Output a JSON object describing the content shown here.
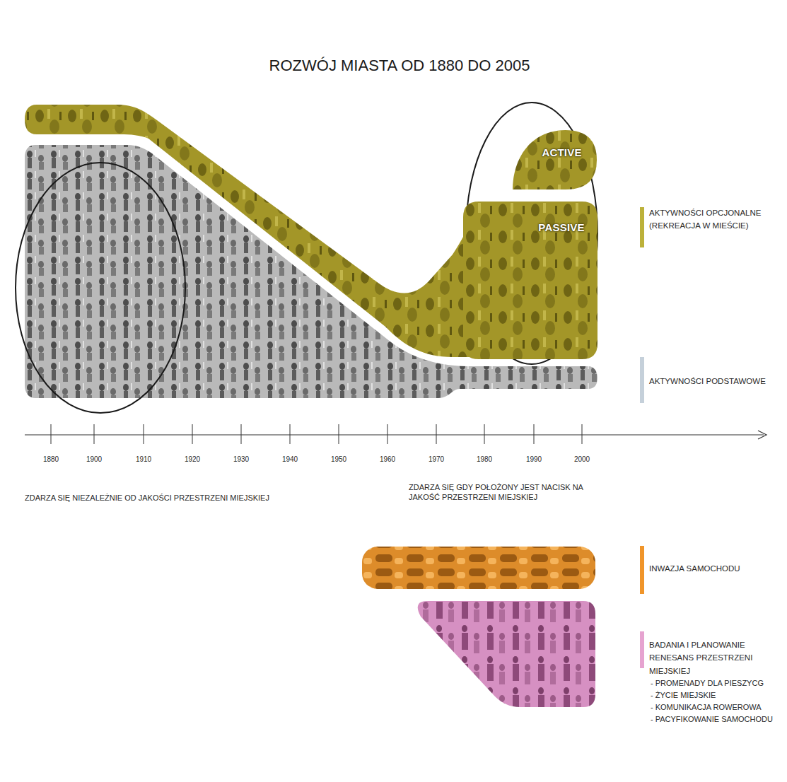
{
  "diagram": {
    "title": "ROZWÓJ MIASTA OD 1880 DO 2005",
    "nodes": [
      {
        "text": [
          "ACTIVE"
        ]
      },
      {
        "text": [
          "PASSIVE"
        ]
      }
    ],
    "labels": [
      "1880",
      "1900",
      "1910",
      "1920",
      "1930",
      "1940",
      "1950",
      "1960",
      "1970",
      "1980",
      "1990",
      "2000",
      "ZDARZA SIĘ NIEZALEŻNIE OD JAKOŚCI PRZESTRZENI MIEJSKIEJ",
      "ZDARZA SIĘ GDY POŁOŻONY JEST NACISK NA JAKOŚĆ PRZESTRZENI MIEJSKIEJ",
      "- PROMENADY DLA PIESZYCG",
      "- ŻYCIE MIEJSKIE",
      "- KOMUNIKACJA ROWEROWA",
      "- PACYFIKOWANIE SAMOCHODU"
    ],
    "legend": [
      {
        "text": "AKTYWNOŚCI OPCJONALNE (REKREACJA W MIEŚCIE)",
        "color": "#bcb13a"
      },
      {
        "text": "AKTYWNOŚCI PODSTAWOWE",
        "color": "#c5d0da"
      },
      {
        "text": "INWAZJA SAMOCHODU",
        "color": "#f0952a"
      },
      {
        "text": "BADANIA I PLANOWANIE RENESANS PRZESTRZENI MIEJSKIEJ",
        "color": "#e6a3d0"
      }
    ]
  }
}
